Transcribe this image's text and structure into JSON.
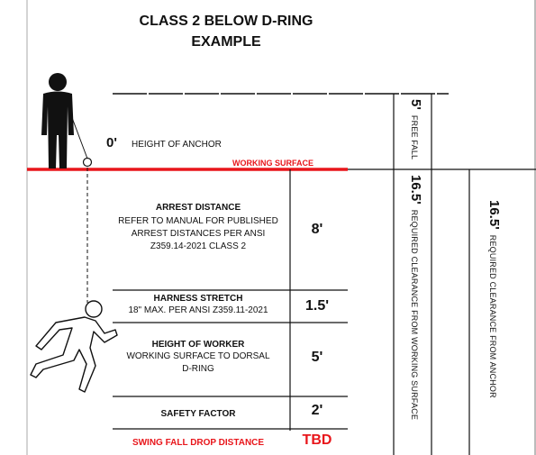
{
  "title": {
    "line1": "CLASS 2 BELOW D-RING",
    "line2": "EXAMPLE"
  },
  "anchor": {
    "value": "0'",
    "label": "HEIGHT OF ANCHOR",
    "surface_label": "WORKING SURFACE"
  },
  "rows": {
    "arrest": {
      "heading": "ARREST DISTANCE",
      "line1": "REFER TO MANUAL FOR PUBLISHED",
      "line2": "ARREST DISTANCES PER ANSI",
      "line3": "Z359.14-2021 CLASS 2",
      "value": "8'"
    },
    "stretch": {
      "heading": "HARNESS STRETCH",
      "line1": "18\" MAX. PER ANSI Z359.11-2021",
      "value": "1.5'"
    },
    "worker": {
      "heading": "HEIGHT OF WORKER",
      "line1": "WORKING SURFACE TO DORSAL",
      "line2": "D-RING",
      "value": "5'"
    },
    "safety": {
      "heading": "SAFETY FACTOR",
      "value": "2'"
    },
    "swing": {
      "heading": "SWING FALL DROP DISTANCE",
      "value": "TBD"
    }
  },
  "columns": {
    "free_fall": {
      "value": "5'",
      "label": "FREE FALL"
    },
    "clearance_surface": {
      "value": "16.5'",
      "label": "REQUIRED CLEARANCE FROM WORKING SURFACE"
    },
    "clearance_anchor": {
      "value": "16.5'",
      "label": "REQUIRED CLEARANCE FROM ANCHOR"
    }
  },
  "colors": {
    "accent_red": "#e8161b",
    "ink": "#111111"
  }
}
